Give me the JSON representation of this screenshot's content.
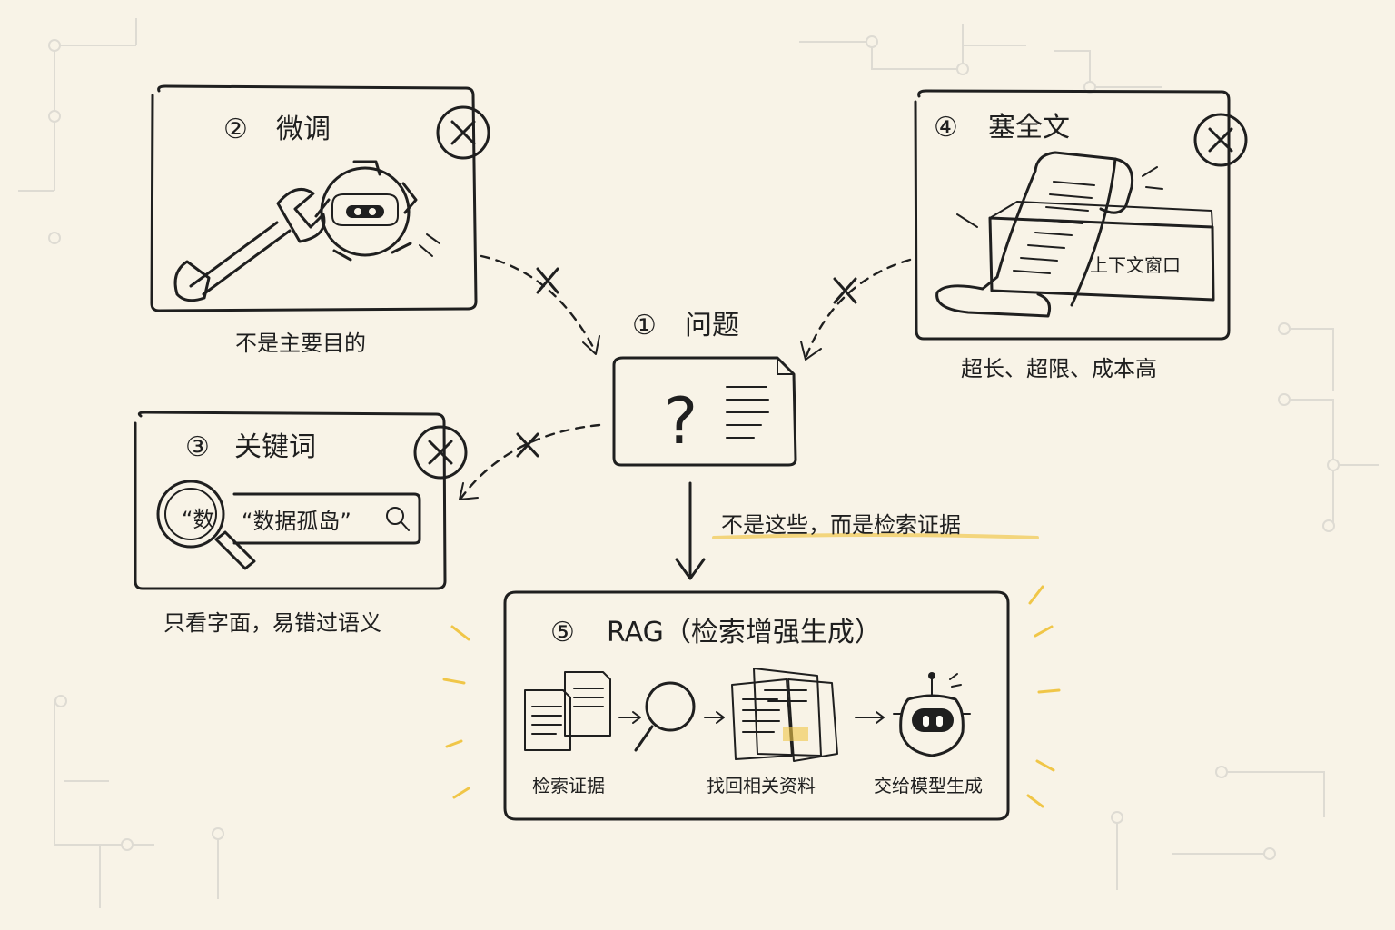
{
  "problem": {
    "number": "①",
    "title": "问题"
  },
  "finetune": {
    "number": "②",
    "title": "微调",
    "caption": "不是主要目的"
  },
  "keyword": {
    "number": "③",
    "title": "关键词",
    "search_text": "“数据孤岛”",
    "search_prefix": "“数",
    "caption": "只看字面，易错过语义"
  },
  "fulltext": {
    "number": "④",
    "title": "塞全文",
    "window_label": "上下文窗口",
    "caption": "超长、超限、成本高"
  },
  "rag": {
    "number": "⑤",
    "title": "RAG（检索增强生成）",
    "steps": [
      {
        "label": "检索证据"
      },
      {
        "label": "找回相关资料"
      },
      {
        "label": "交给模型生成"
      }
    ]
  },
  "main_arrow_label": "不是这些，而是检索证据",
  "colors": {
    "highlight": "#f0c648",
    "rag_fill": "#f8e8bd",
    "ink": "#1f1f1f",
    "background": "#f8f3e7"
  }
}
